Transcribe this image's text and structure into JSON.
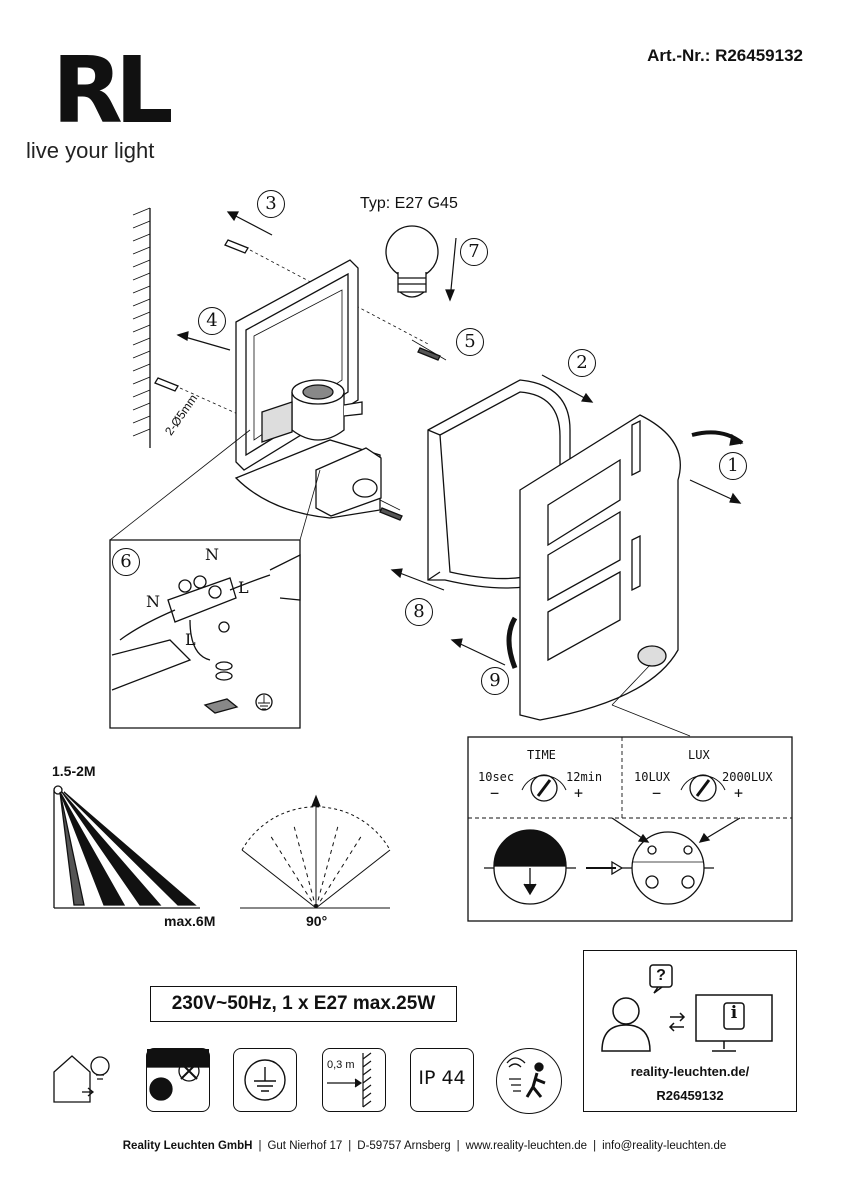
{
  "brand": {
    "logo": "RL",
    "tagline": "live your light"
  },
  "article": "Art.-Nr.: R26459132",
  "bulb_type": "Typ: E27 G45",
  "steps": [
    "1",
    "2",
    "3",
    "4",
    "5",
    "6",
    "7",
    "8",
    "9"
  ],
  "drill_label": "2-Ø5mm",
  "wiring": {
    "n_top": "N",
    "n_left": "N",
    "l_right": "L",
    "l_bottom": "L"
  },
  "sensor_settings": {
    "time_title": "TIME",
    "time_min": "10sec",
    "time_max": "12min",
    "lux_title": "LUX",
    "lux_min": "10LUX",
    "lux_max": "2000LUX",
    "minus": "−",
    "plus": "+"
  },
  "detection": {
    "height": "1.5-2M",
    "range": "max.6M",
    "angle": "90°"
  },
  "spec": "230V~50Hz, 1 x E27 max.25W",
  "icons": [
    {
      "name": "indoor-outdoor-icon"
    },
    {
      "name": "no-bulb-included-icon"
    },
    {
      "name": "protection-class-1-icon"
    },
    {
      "name": "min-distance-icon",
      "text": "0,3 m"
    },
    {
      "name": "ip-rating-icon",
      "text": "IP 44"
    },
    {
      "name": "motion-sensor-icon"
    }
  ],
  "support": {
    "url": "reality-leuchten.de/",
    "article": "R26459132"
  },
  "footer": {
    "company": "Reality Leuchten GmbH",
    "address": "Gut Nierhof 17",
    "city": "D-59757 Arnsberg",
    "web": "www.reality-leuchten.de",
    "email": "info@reality-leuchten.de"
  }
}
